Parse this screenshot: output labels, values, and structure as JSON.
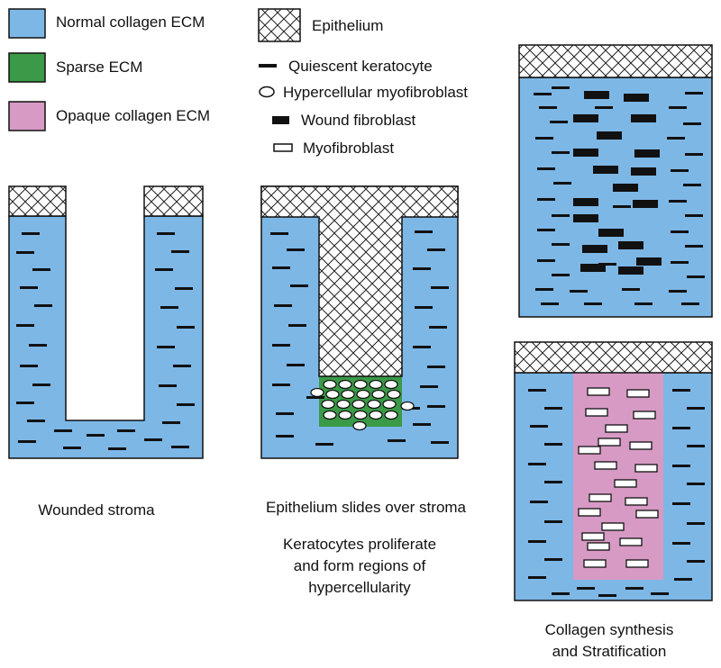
{
  "legend": {
    "normal_ecm": "Normal collagen ECM",
    "sparse_ecm": "Sparse ECM",
    "opaque_ecm": "Opaque collagen ECM",
    "epithelium": "Epithelium",
    "quiescent": "Quiescent keratocyte",
    "hypercellular": "Hypercellular myofibroblast",
    "wound_fibroblast": "Wound fibroblast",
    "myofibroblast": "Myofibroblast"
  },
  "colors": {
    "normal_ecm": "#7db7e6",
    "sparse_ecm": "#3a9a47",
    "opaque_ecm": "#d79ac4",
    "cell": "#111111"
  },
  "captions": {
    "panel1": "Wounded stroma",
    "panel2_line1": "Epithelium slides over stroma",
    "panel2_note1": "Keratocytes proliferate",
    "panel2_note2": "and form regions of",
    "panel2_note3": "hypercellularity",
    "panel4_line1": "Collagen synthesis",
    "panel4_line2": "and Stratification"
  }
}
